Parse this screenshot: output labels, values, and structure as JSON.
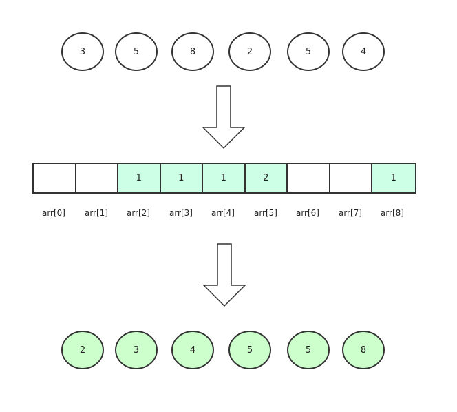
{
  "input_values": [
    "3",
    "5",
    "8",
    "2",
    "5",
    "4"
  ],
  "count_array": {
    "cells": [
      "",
      "",
      "1",
      "1",
      "1",
      "2",
      "",
      "",
      "1"
    ],
    "labels": [
      "arr[0]",
      "arr[1]",
      "arr[2]",
      "arr[3]",
      "arr[4]",
      "arr[5]",
      "arr[6]",
      "arr[7]",
      "arr[8]"
    ]
  },
  "output_values": [
    "2",
    "3",
    "4",
    "5",
    "5",
    "8"
  ],
  "colors": {
    "stroke": "#333333",
    "filled_cell": "#ccffe6",
    "sorted_node": "#ccffcc"
  }
}
